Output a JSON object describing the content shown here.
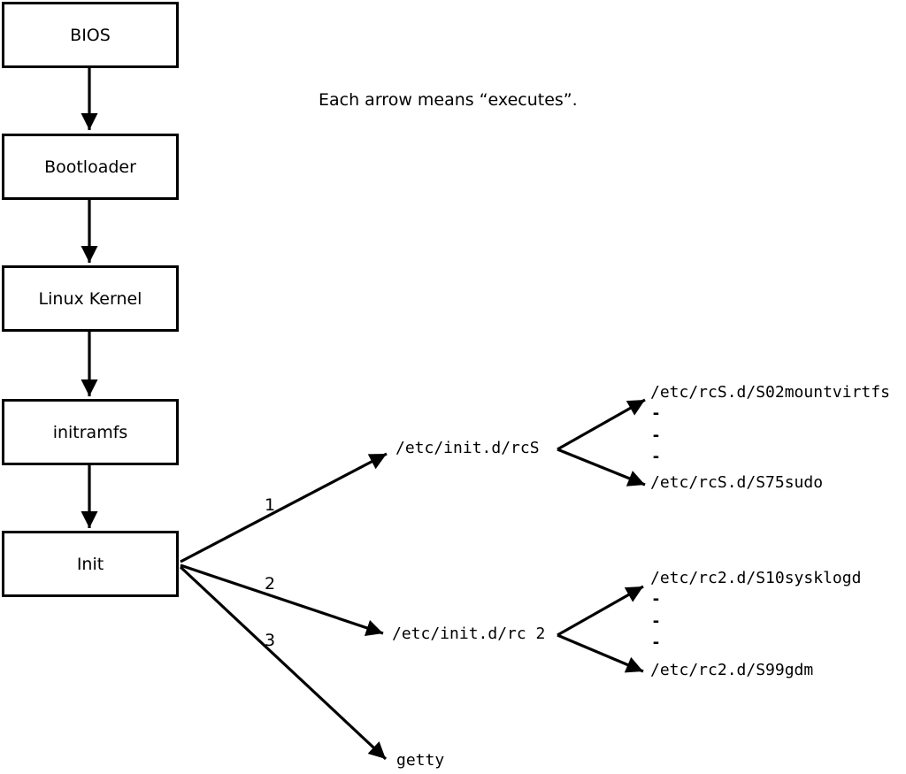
{
  "diagram": {
    "title_caption": "Each arrow means “executes”.",
    "ink_color": "#000000",
    "background_color": "#ffffff",
    "flow_boxes": [
      {
        "label": "BIOS"
      },
      {
        "label": "Bootloader"
      },
      {
        "label": "Linux Kernel"
      },
      {
        "label": "initramfs"
      },
      {
        "label": "Init"
      }
    ],
    "branches": [
      {
        "number": "1",
        "target": "/etc/init.d/rcS",
        "children": {
          "first": "/etc/rcS.d/S02mountvirtfs",
          "ellipsis": [
            "-",
            "-",
            "-"
          ],
          "last": "/etc/rcS.d/S75sudo"
        }
      },
      {
        "number": "2",
        "target": "/etc/init.d/rc 2",
        "children": {
          "first": "/etc/rc2.d/S10sysklogd",
          "ellipsis": [
            "-",
            "-",
            "-"
          ],
          "last": "/etc/rc2.d/S99gdm"
        }
      },
      {
        "number": "3",
        "target": "getty"
      }
    ]
  }
}
